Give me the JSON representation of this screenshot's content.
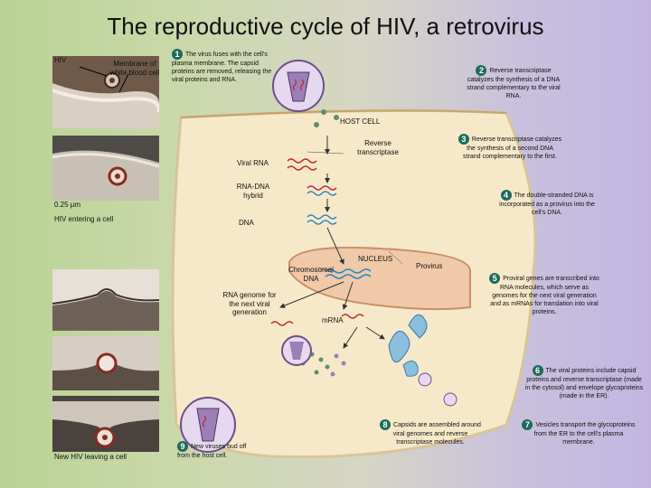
{
  "title": "The reproductive cycle of HIV, a retrovirus",
  "photo_labels": {
    "hiv": "HIV",
    "membrane": "Membrane of white blood cell",
    "scale": "0.25 µm",
    "entering": "HIV entering a cell",
    "leaving": "New HIV leaving a cell"
  },
  "labels": {
    "host_cell": "HOST CELL",
    "reverse_transcriptase": "Reverse transcriptase",
    "viral_rna": "Viral RNA",
    "rna_dna_hybrid": "RNA-DNA hybrid",
    "dna": "DNA",
    "nucleus": "NUCLEUS",
    "provirus": "Provirus",
    "chromosomal_dna": "Chromosomal DNA",
    "rna_genome": "RNA genome for the next viral generation",
    "mrna": "mRNA"
  },
  "steps": [
    {
      "num": "1",
      "text": "The virus fuses with the cell's plasma membrane. The capsid proteins are removed, releasing the viral proteins and RNA."
    },
    {
      "num": "2",
      "text": "Reverse transcriptase catalyzes the synthesis of a DNA strand complementary to the viral RNA."
    },
    {
      "num": "3",
      "text": "Reverse transcriptase catalyzes the synthesis of a second DNA strand complementary to the first."
    },
    {
      "num": "4",
      "text": "The double-stranded DNA is incorporated as a provirus into the cell's DNA."
    },
    {
      "num": "5",
      "text": "Proviral genes are transcribed into RNA molecules, which serve as genomes for the next viral generation and as mRNAs for translation into viral proteins."
    },
    {
      "num": "6",
      "text": "The viral proteins include capsid proteins and reverse transcriptase (made in the cytosol) and envelope glycoproteins (made in the ER)."
    },
    {
      "num": "7",
      "text": "Vesicles transport the glycoproteins from the ER to the cell's plasma membrane."
    },
    {
      "num": "8",
      "text": "Capsids are assembled around viral genomes and reverse transcriptase molecules."
    },
    {
      "num": "9",
      "text": "New viruses bud off from the host cell."
    }
  ]
}
